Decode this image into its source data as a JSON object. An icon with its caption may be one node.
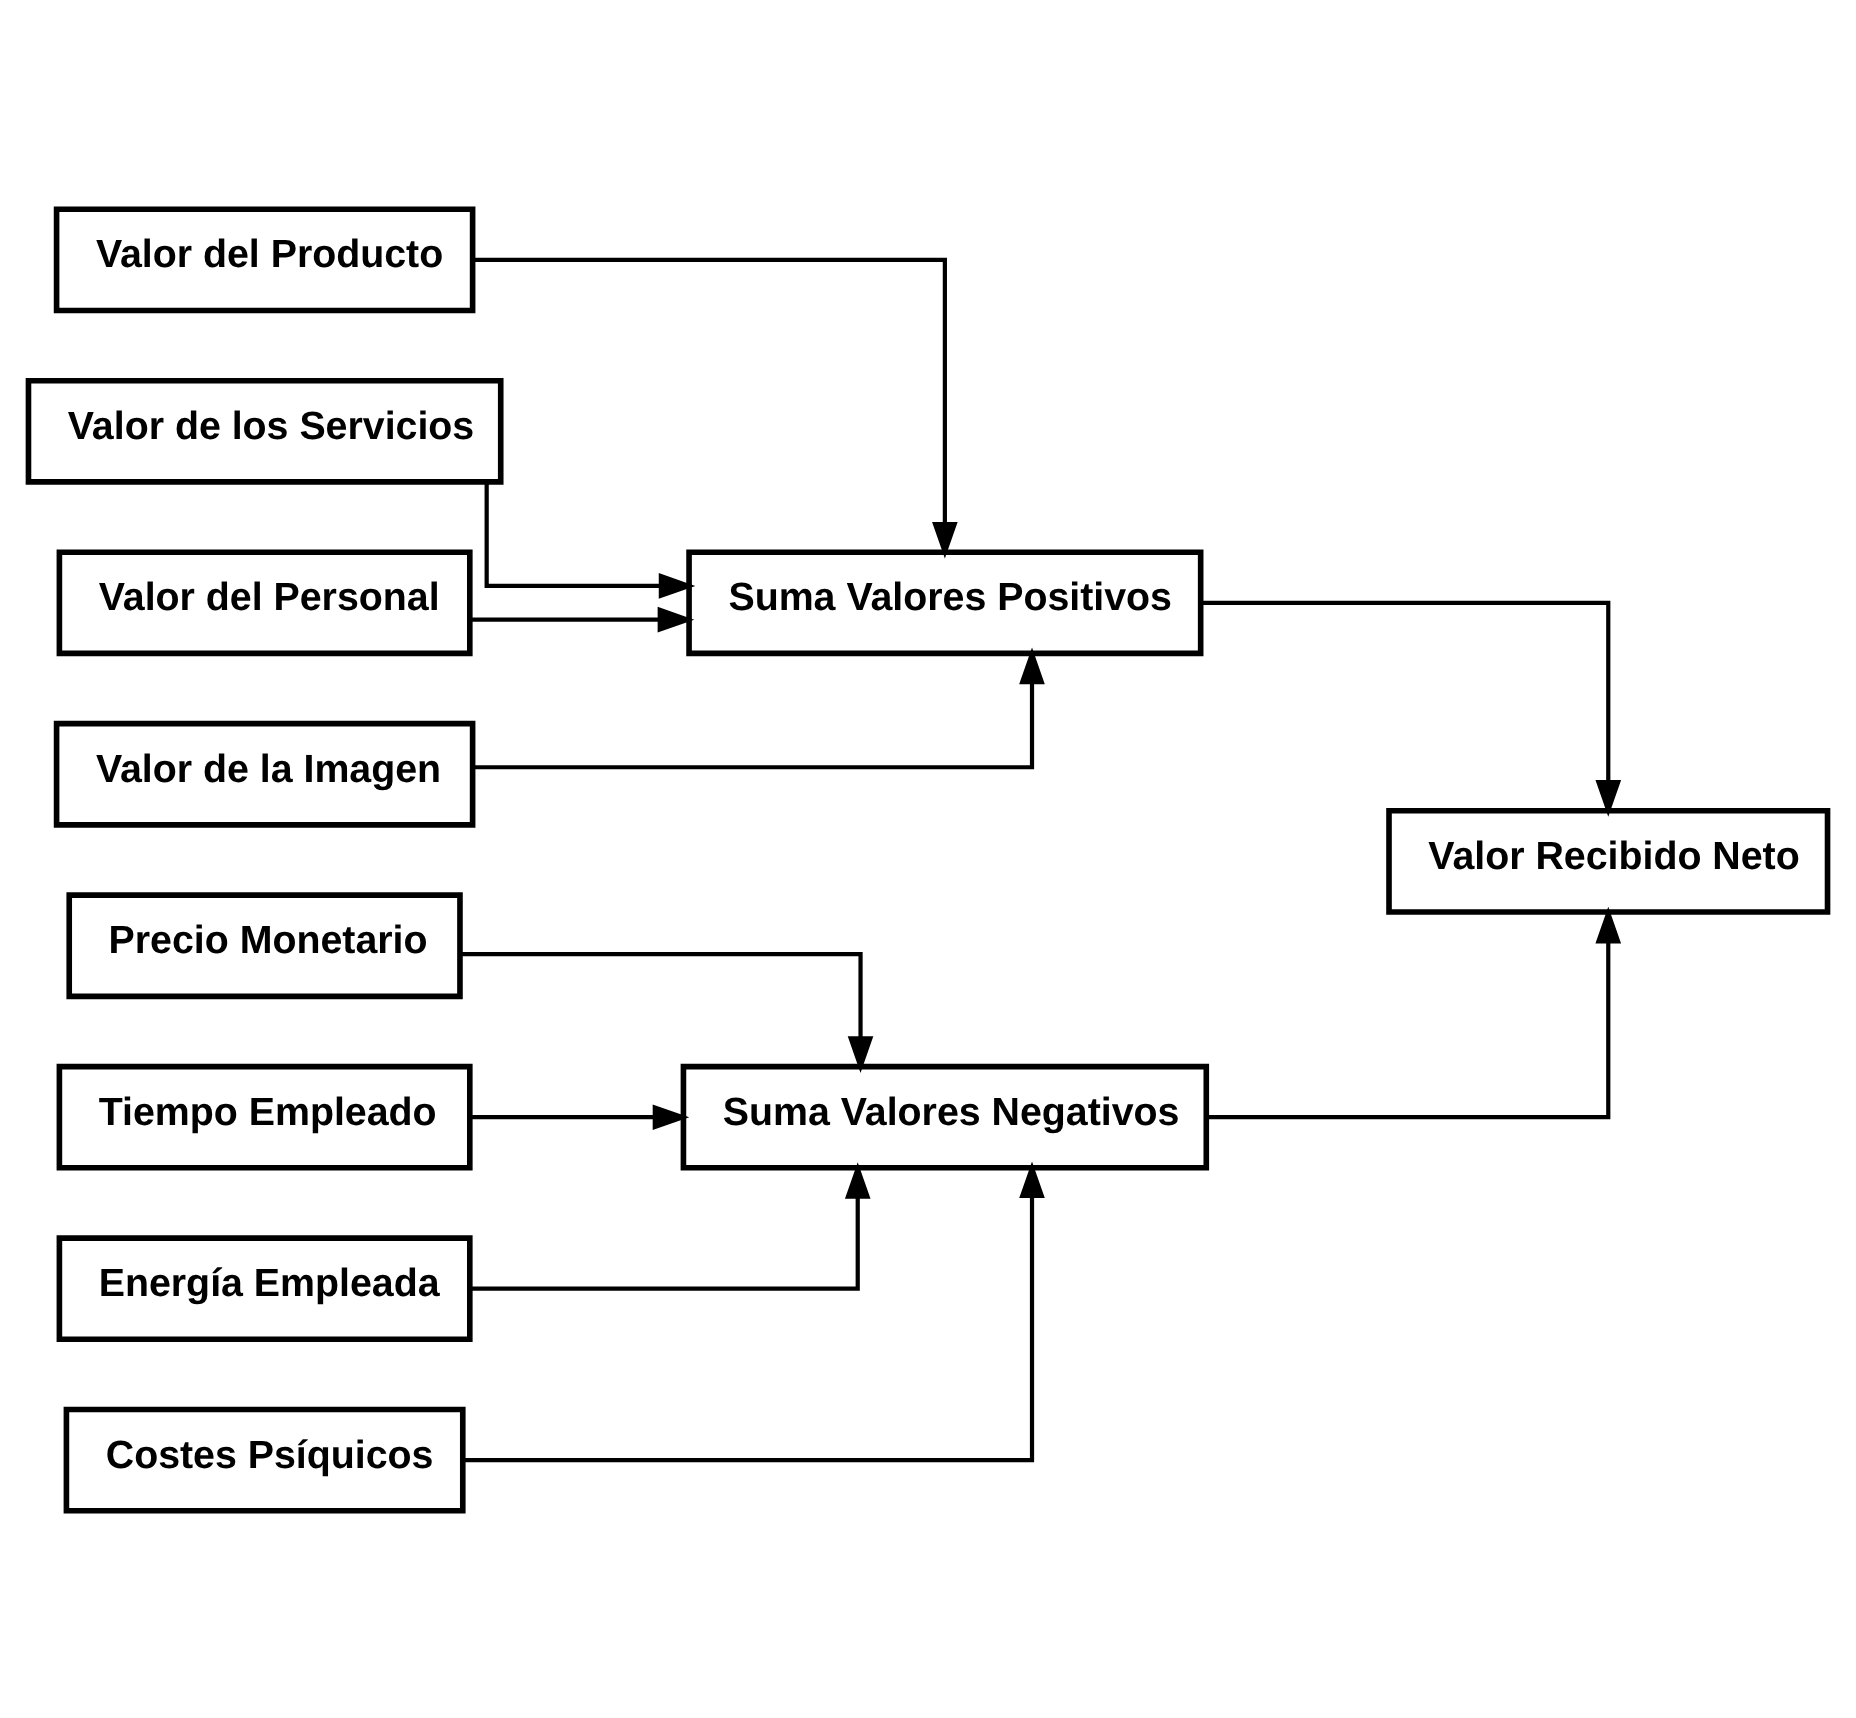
{
  "diagram": {
    "nodes": [
      {
        "text": [
          "Valor del Producto"
        ]
      },
      {
        "text": [
          "Valor de los Servicios"
        ]
      },
      {
        "text": [
          "Valor del Personal"
        ]
      },
      {
        "text": [
          "Valor de la Imagen"
        ]
      },
      {
        "text": [
          "Precio Monetario"
        ]
      },
      {
        "text": [
          "Tiempo Empleado"
        ]
      },
      {
        "text": [
          "Energía Empleada"
        ]
      },
      {
        "text": [
          "Costes Psíquicos"
        ]
      },
      {
        "text": [
          "Suma Valores Positivos"
        ]
      },
      {
        "text": [
          "Suma Valores Negativos"
        ]
      },
      {
        "text": [
          "Valor Recibido Neto"
        ]
      }
    ],
    "edges": [
      {
        "from": 0,
        "to": 8,
        "arrow": "to"
      },
      {
        "from": 1,
        "to": 8,
        "arrow": "to"
      },
      {
        "from": 2,
        "to": 8,
        "arrow": "to"
      },
      {
        "from": 3,
        "to": 8,
        "arrow": "to"
      },
      {
        "from": 4,
        "to": 9,
        "arrow": "to"
      },
      {
        "from": 5,
        "to": 9,
        "arrow": "to"
      },
      {
        "from": 6,
        "to": 9,
        "arrow": "to"
      },
      {
        "from": 7,
        "to": 9,
        "arrow": "to"
      },
      {
        "from": 8,
        "to": 10,
        "arrow": "to"
      },
      {
        "from": 9,
        "to": 10,
        "arrow": "to"
      }
    ]
  }
}
